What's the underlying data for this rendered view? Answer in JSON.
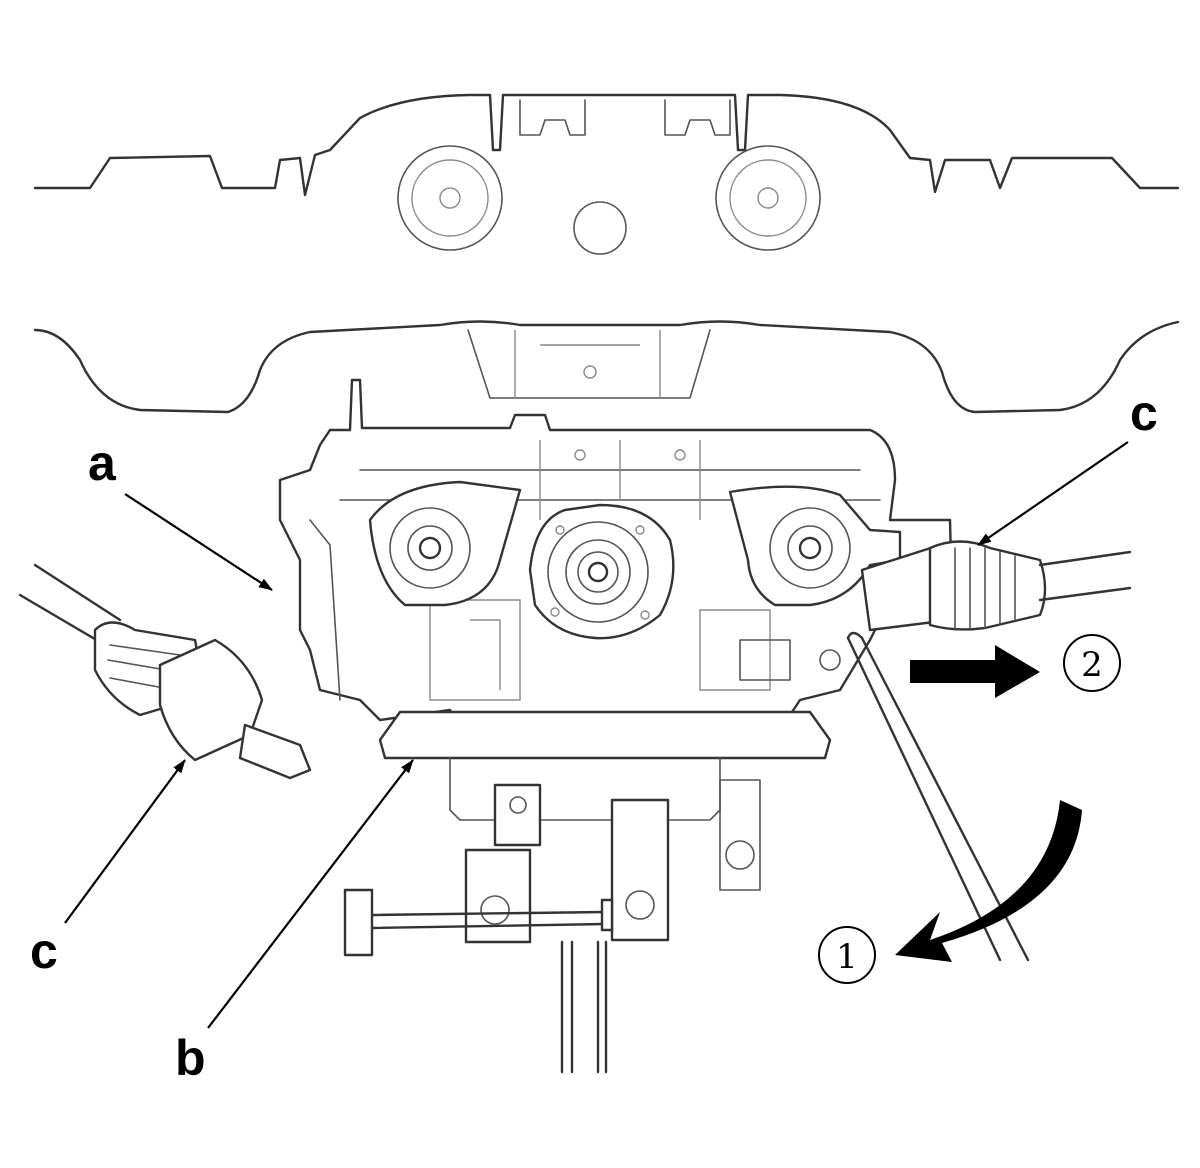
{
  "callouts": {
    "a": "a",
    "b": "b",
    "c_left": "c",
    "c_right": "c"
  },
  "steps": {
    "one": "1",
    "two": "2"
  },
  "colors": {
    "line": "#333333",
    "label": "#000000",
    "background": "#ffffff"
  }
}
